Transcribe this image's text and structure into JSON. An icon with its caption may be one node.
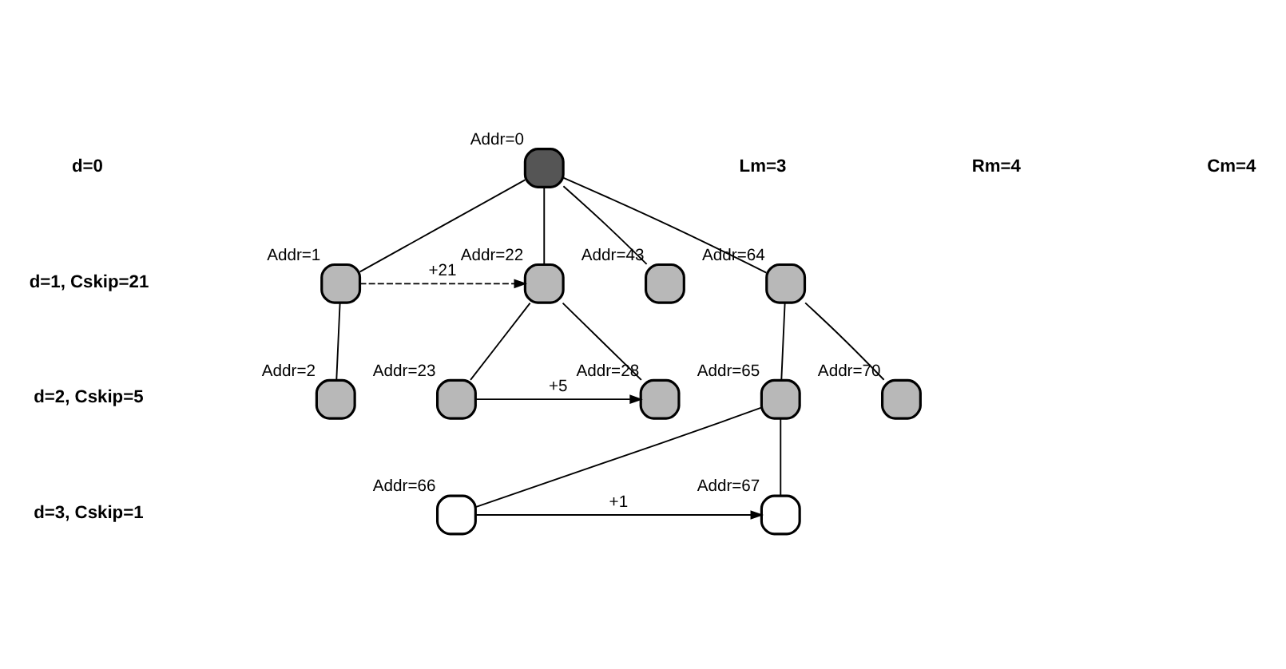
{
  "diagram": {
    "nodes": [
      {
        "text": [],
        "shape": "box",
        "beside": [
          "Addr=0"
        ]
      },
      {
        "text": [],
        "shape": "box",
        "beside": [
          "Addr=1"
        ]
      },
      {
        "text": [],
        "shape": "box",
        "beside": [
          "Addr=22"
        ]
      },
      {
        "text": [],
        "shape": "box",
        "beside": [
          "Addr=43"
        ]
      },
      {
        "text": [],
        "shape": "box",
        "beside": [
          "Addr=64"
        ]
      },
      {
        "text": [],
        "shape": "box",
        "beside": [
          "Addr=2"
        ]
      },
      {
        "text": [],
        "shape": "box",
        "beside": [
          "Addr=23"
        ]
      },
      {
        "text": [],
        "shape": "box",
        "beside": [
          "Addr=28"
        ]
      },
      {
        "text": [],
        "shape": "box",
        "beside": [
          "Addr=65"
        ]
      },
      {
        "text": [],
        "shape": "box",
        "beside": [
          "Addr=70"
        ]
      },
      {
        "text": [],
        "shape": "box",
        "beside": [
          "Addr=66"
        ]
      },
      {
        "text": [],
        "shape": "box",
        "beside": [
          "Addr=67"
        ]
      }
    ],
    "edges": [
      {
        "from": 0,
        "to": 1,
        "arrow": "none"
      },
      {
        "from": 0,
        "to": 2,
        "arrow": "none"
      },
      {
        "from": 0,
        "to": 3,
        "arrow": "none"
      },
      {
        "from": 0,
        "to": 4,
        "arrow": "none"
      },
      {
        "from": 1,
        "to": 5,
        "arrow": "none"
      },
      {
        "from": 1,
        "to": 2,
        "arrow": "to",
        "label": "+21",
        "style": "dashed"
      },
      {
        "from": 2,
        "to": 6,
        "arrow": "none"
      },
      {
        "from": 2,
        "to": 7,
        "arrow": "none"
      },
      {
        "from": 6,
        "to": 7,
        "arrow": "to",
        "label": "+5"
      },
      {
        "from": 4,
        "to": 8,
        "arrow": "none"
      },
      {
        "from": 4,
        "to": 9,
        "arrow": "none"
      },
      {
        "from": 8,
        "to": 10,
        "arrow": "none"
      },
      {
        "from": 8,
        "to": 11,
        "arrow": "none"
      },
      {
        "from": 10,
        "to": 11,
        "arrow": "to",
        "label": "+1"
      }
    ],
    "labels": [
      "Lm=3",
      "Rm=4",
      "Cm=4",
      "d=0",
      "d=1, Cskip=21",
      "d=2, Cskip=5",
      "d=3, Cskip=1"
    ]
  }
}
